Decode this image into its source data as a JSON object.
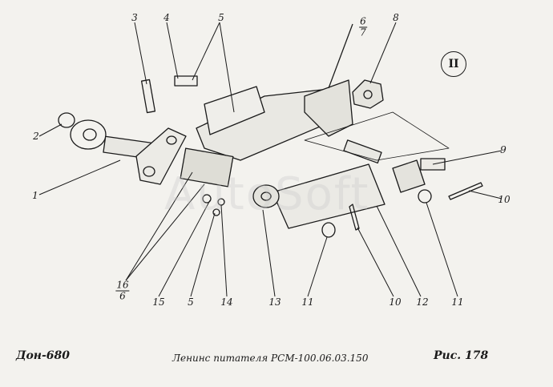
{
  "callouts": {
    "c3": "3",
    "c4": "4",
    "c5a": "5",
    "c8": "8",
    "c2": "2",
    "c9": "9",
    "c1": "1",
    "c10a": "10",
    "c15": "15",
    "c5b": "5",
    "c14": "14",
    "c13": "13",
    "c11a": "11",
    "c10b": "10",
    "c12": "12",
    "c11b": "11"
  },
  "fractions": {
    "top": {
      "num": "6",
      "den": "7"
    },
    "bottom": {
      "num": "16",
      "den": "6"
    }
  },
  "view_badge": "II",
  "footer": {
    "left": "Дон-680",
    "middle": "Ленинс питателя РСМ-100.06.03.150",
    "right": "Рис.  178"
  },
  "watermark": "AutoSoft",
  "colors": {
    "ink": "#1a1a1a",
    "paper": "#f3f2ee"
  }
}
